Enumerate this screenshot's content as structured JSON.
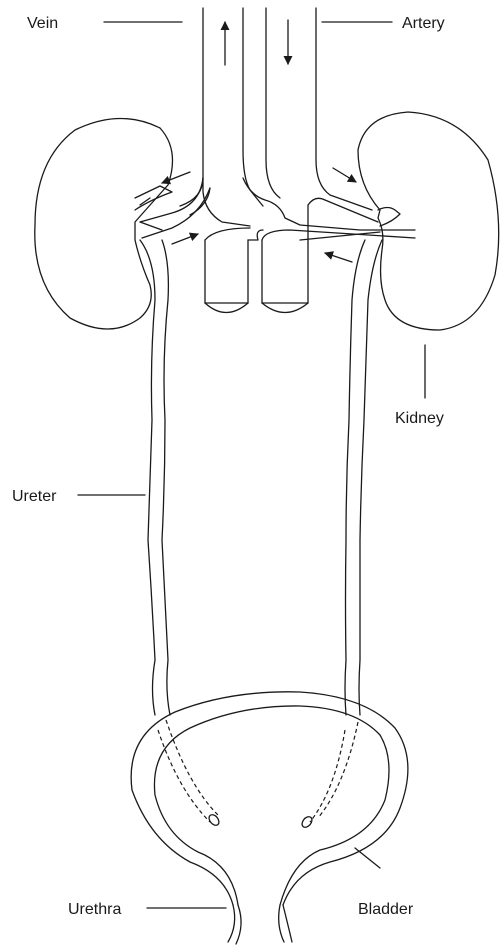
{
  "labels": {
    "vein": "Vein",
    "artery": "Artery",
    "kidney": "Kidney",
    "ureter": "Ureter",
    "urethra": "Urethra",
    "bladder": "Bladder"
  }
}
